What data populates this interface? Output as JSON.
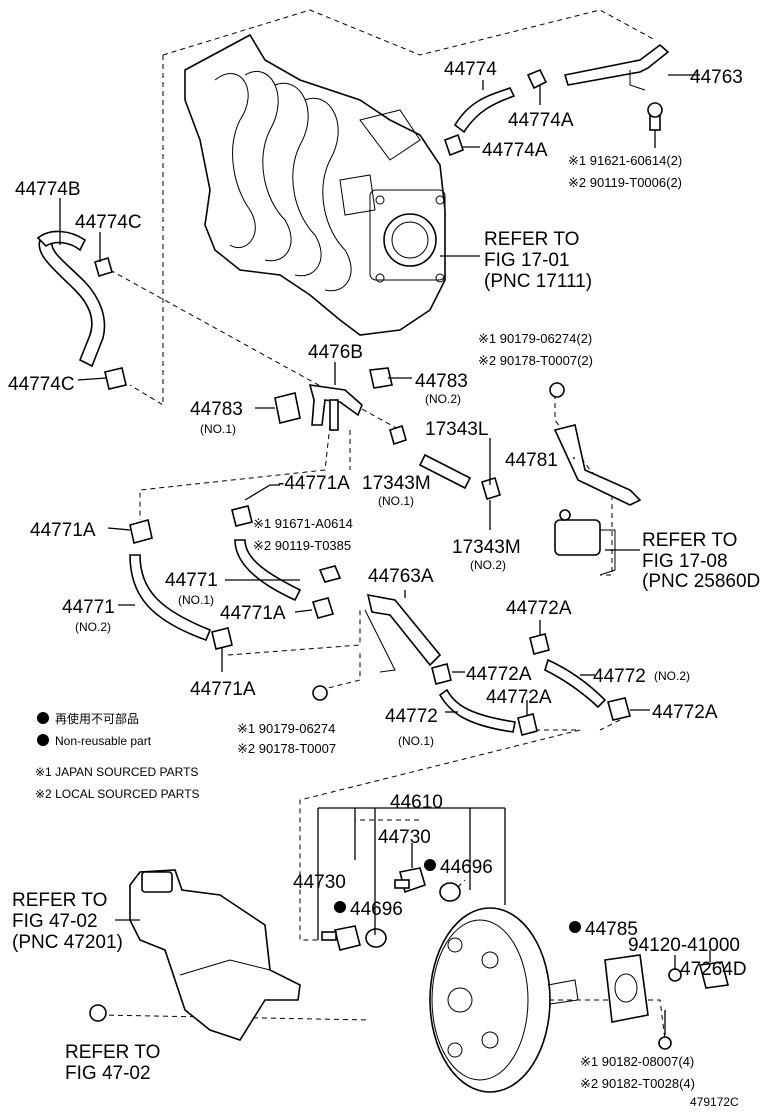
{
  "labels": {
    "p44774": "44774",
    "p44763": "44763",
    "p44774A_1": "44774A",
    "p44774A_2": "44774A",
    "j1_91621": "※1  91621-60614(2)",
    "j2_90119": "※2  90119-T0006(2)",
    "p44774B": "44774B",
    "p44774C_1": "44774C",
    "p44774C_2": "44774C",
    "refer17_1": "REFER TO",
    "refer17_2": "FIG 17-01",
    "refer17_3": "(PNC 17111)",
    "j1_90179_2": "※1 90179-06274(2)",
    "j2_90178_2": "※2 90178-T0007(2)",
    "p4476B": "4476B",
    "p44783_1": "44783",
    "p44783_1_no": "(NO.1)",
    "p44783_2": "44783",
    "p44783_2_no": "(NO.2)",
    "p17343L": "17343L",
    "p44781": "44781",
    "p44771A_top": "-44771A",
    "p17343M_1": "17343M",
    "p17343M_1_no": "(NO.1)",
    "j1_91671": "※1 91671-A0614",
    "j2_90119b": "※2 90119-T0385",
    "p44771A_left": "44771A",
    "p17343M_2": "17343M",
    "p17343M_2_no": "(NO.2)",
    "refer17_08_1": "REFER TO",
    "refer17_08_2": "FIG 17-08",
    "refer17_08_3": "(PNC 25860D",
    "p44771_1": "44771",
    "p44771_1_no": "(NO.1)",
    "p44771_2": "44771",
    "p44771_2_no": "(NO.2)",
    "p44771A_mid": "44771A",
    "p44763A": "44763A",
    "p44772A_1": "44772A",
    "p44772A_2": "44772A",
    "p44772_2": "44772",
    "p44772_2_no": "(NO.2)",
    "p44771A_bot": "44771A",
    "p44772A_3": "44772A",
    "p44772A_4": "44772A",
    "p44772_1": "44772",
    "p44772_1_no": "(NO.1)",
    "j1_90179": "※1 90179-06274",
    "j2_90178": "※2 90178-T0007",
    "legend_jp": "再使用不可部品",
    "legend_en": "Non-reusable part",
    "note1": "※1 JAPAN SOURCED PARTS",
    "note2": "※2 LOCAL SOURCED PARTS",
    "p44610": "44610",
    "p44730_1": "44730",
    "p44696_1": "44696",
    "p44730_2": "44730",
    "p44696_2": "44696",
    "p44785": "44785",
    "p94120": "94120-41000",
    "p47264D": "47264D",
    "refer47_1": "REFER TO",
    "refer47_2": "FIG 47-02",
    "refer47_3": "(PNC 47201)",
    "refer47b_1": "REFER TO",
    "refer47b_2": "FIG 47-02",
    "j1_90182": "※1 90182-08007(4)",
    "j2_90182": "※2 90182-T0028(4)",
    "ref_code": "479172C"
  }
}
